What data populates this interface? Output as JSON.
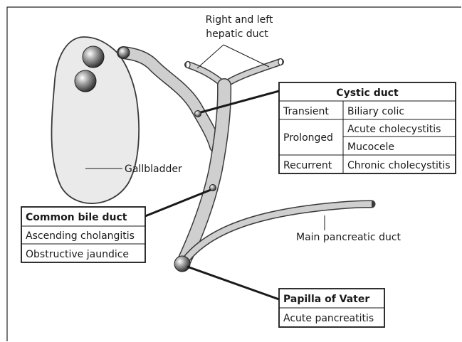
{
  "labels": {
    "hepatic_line1": "Right and left",
    "hepatic_line2": "hepatic duct",
    "gallbladder": "Gallbladder",
    "pancreatic": "Main pancreatic duct"
  },
  "cystic_table": {
    "title": "Cystic duct",
    "rows": [
      {
        "duration": "Transient",
        "condition": "Biliary colic"
      },
      {
        "duration": "Prolonged",
        "condition": "Acute cholecystitis"
      },
      {
        "duration": "",
        "condition": "Mucocele"
      },
      {
        "duration": "Recurrent",
        "condition": "Chronic cholecystitis"
      }
    ]
  },
  "common_bile_table": {
    "title": "Common bile duct",
    "rows": [
      "Ascending cholangitis",
      "Obstructive jaundice"
    ]
  },
  "papilla_table": {
    "title": "Papilla of Vater",
    "rows": [
      "Acute pancreatitis"
    ]
  },
  "colors": {
    "duct_fill": "#cfcfcf",
    "gallbladder_fill": "#eaeaea",
    "outline": "#3a3a3a"
  }
}
